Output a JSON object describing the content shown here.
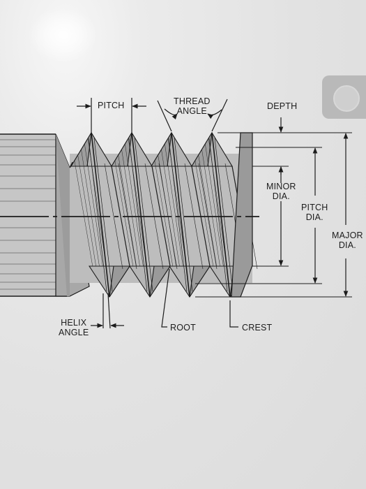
{
  "labels": {
    "pitch": "PITCH",
    "thread_angle_1": "THREAD",
    "thread_angle_2": "ANGLE",
    "depth": "DEPTH",
    "minor_dia_1": "MINOR",
    "minor_dia_2": "DIA.",
    "pitch_dia_1": "PITCH",
    "pitch_dia_2": "DIA.",
    "major_dia_1": "MAJOR",
    "major_dia_2": "DIA.",
    "helix_angle_1": "HELIX",
    "helix_angle_2": "ANGLE",
    "root": "ROOT",
    "crest": "CREST"
  },
  "colors": {
    "ink": "#1c1c1c",
    "thread_fill": "#b8b8b8",
    "thread_dark": "#8c8c8c",
    "shank_fill": "#c4c4c4"
  },
  "icons": [
    "camera-icon"
  ]
}
